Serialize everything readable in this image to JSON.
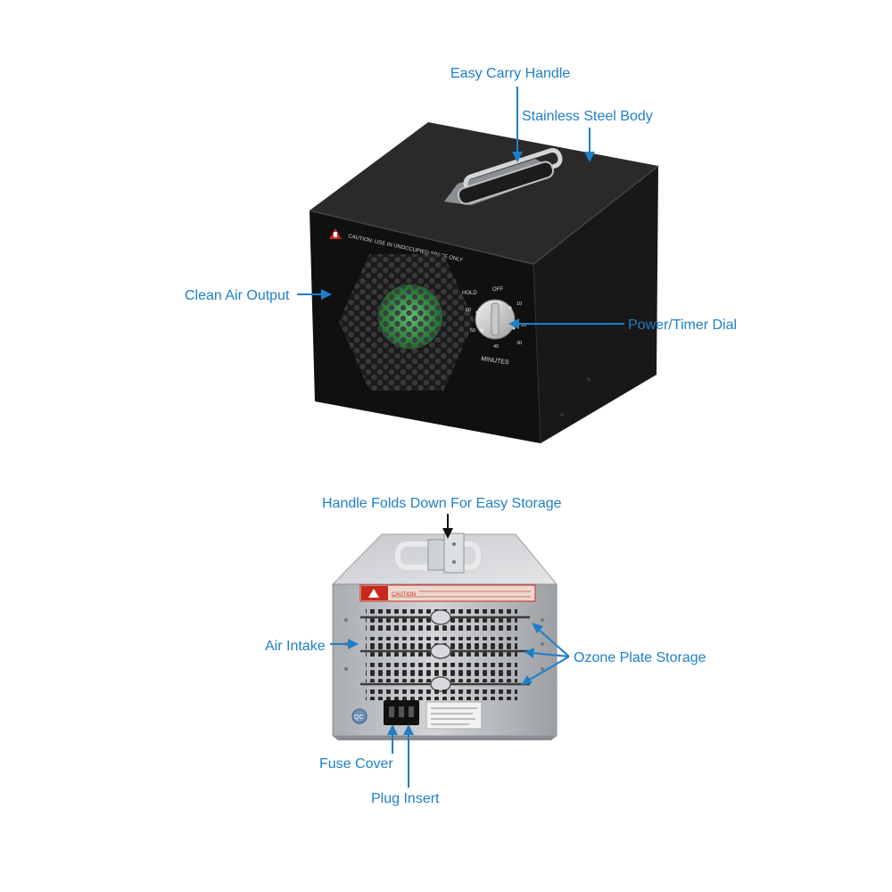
{
  "colors": {
    "callout": "#1e7fc8",
    "black_body": "#141414",
    "steel": "#b9bcc0",
    "fan_green": "#35a24e",
    "warning_red": "#c8281e"
  },
  "top_unit": {
    "labels": {
      "handle": "Easy Carry Handle",
      "body": "Stainless Steel Body",
      "output": "Clean Air Output",
      "dial": "Power/Timer Dial"
    },
    "caution_text": "CAUTION:   USE IN UNOCCUPIED SPACE ONLY",
    "dial_scale": {
      "unit": "MINUTES",
      "hold": "HOLD",
      "off": "OFF",
      "marks": [
        "10",
        "20",
        "30",
        "40",
        "50",
        "60"
      ]
    }
  },
  "bottom_unit": {
    "labels": {
      "handle_fold": "Handle Folds Down For Easy Storage",
      "intake": "Air Intake",
      "plates": "Ozone Plate Storage",
      "fuse": "Fuse Cover",
      "plug": "Plug Insert"
    },
    "caution_text": "CAUTION",
    "badge": "QC"
  },
  "icons": [
    "warning-triangle-icon",
    "fan-icon",
    "timer-dial-icon",
    "power-socket-icon"
  ]
}
